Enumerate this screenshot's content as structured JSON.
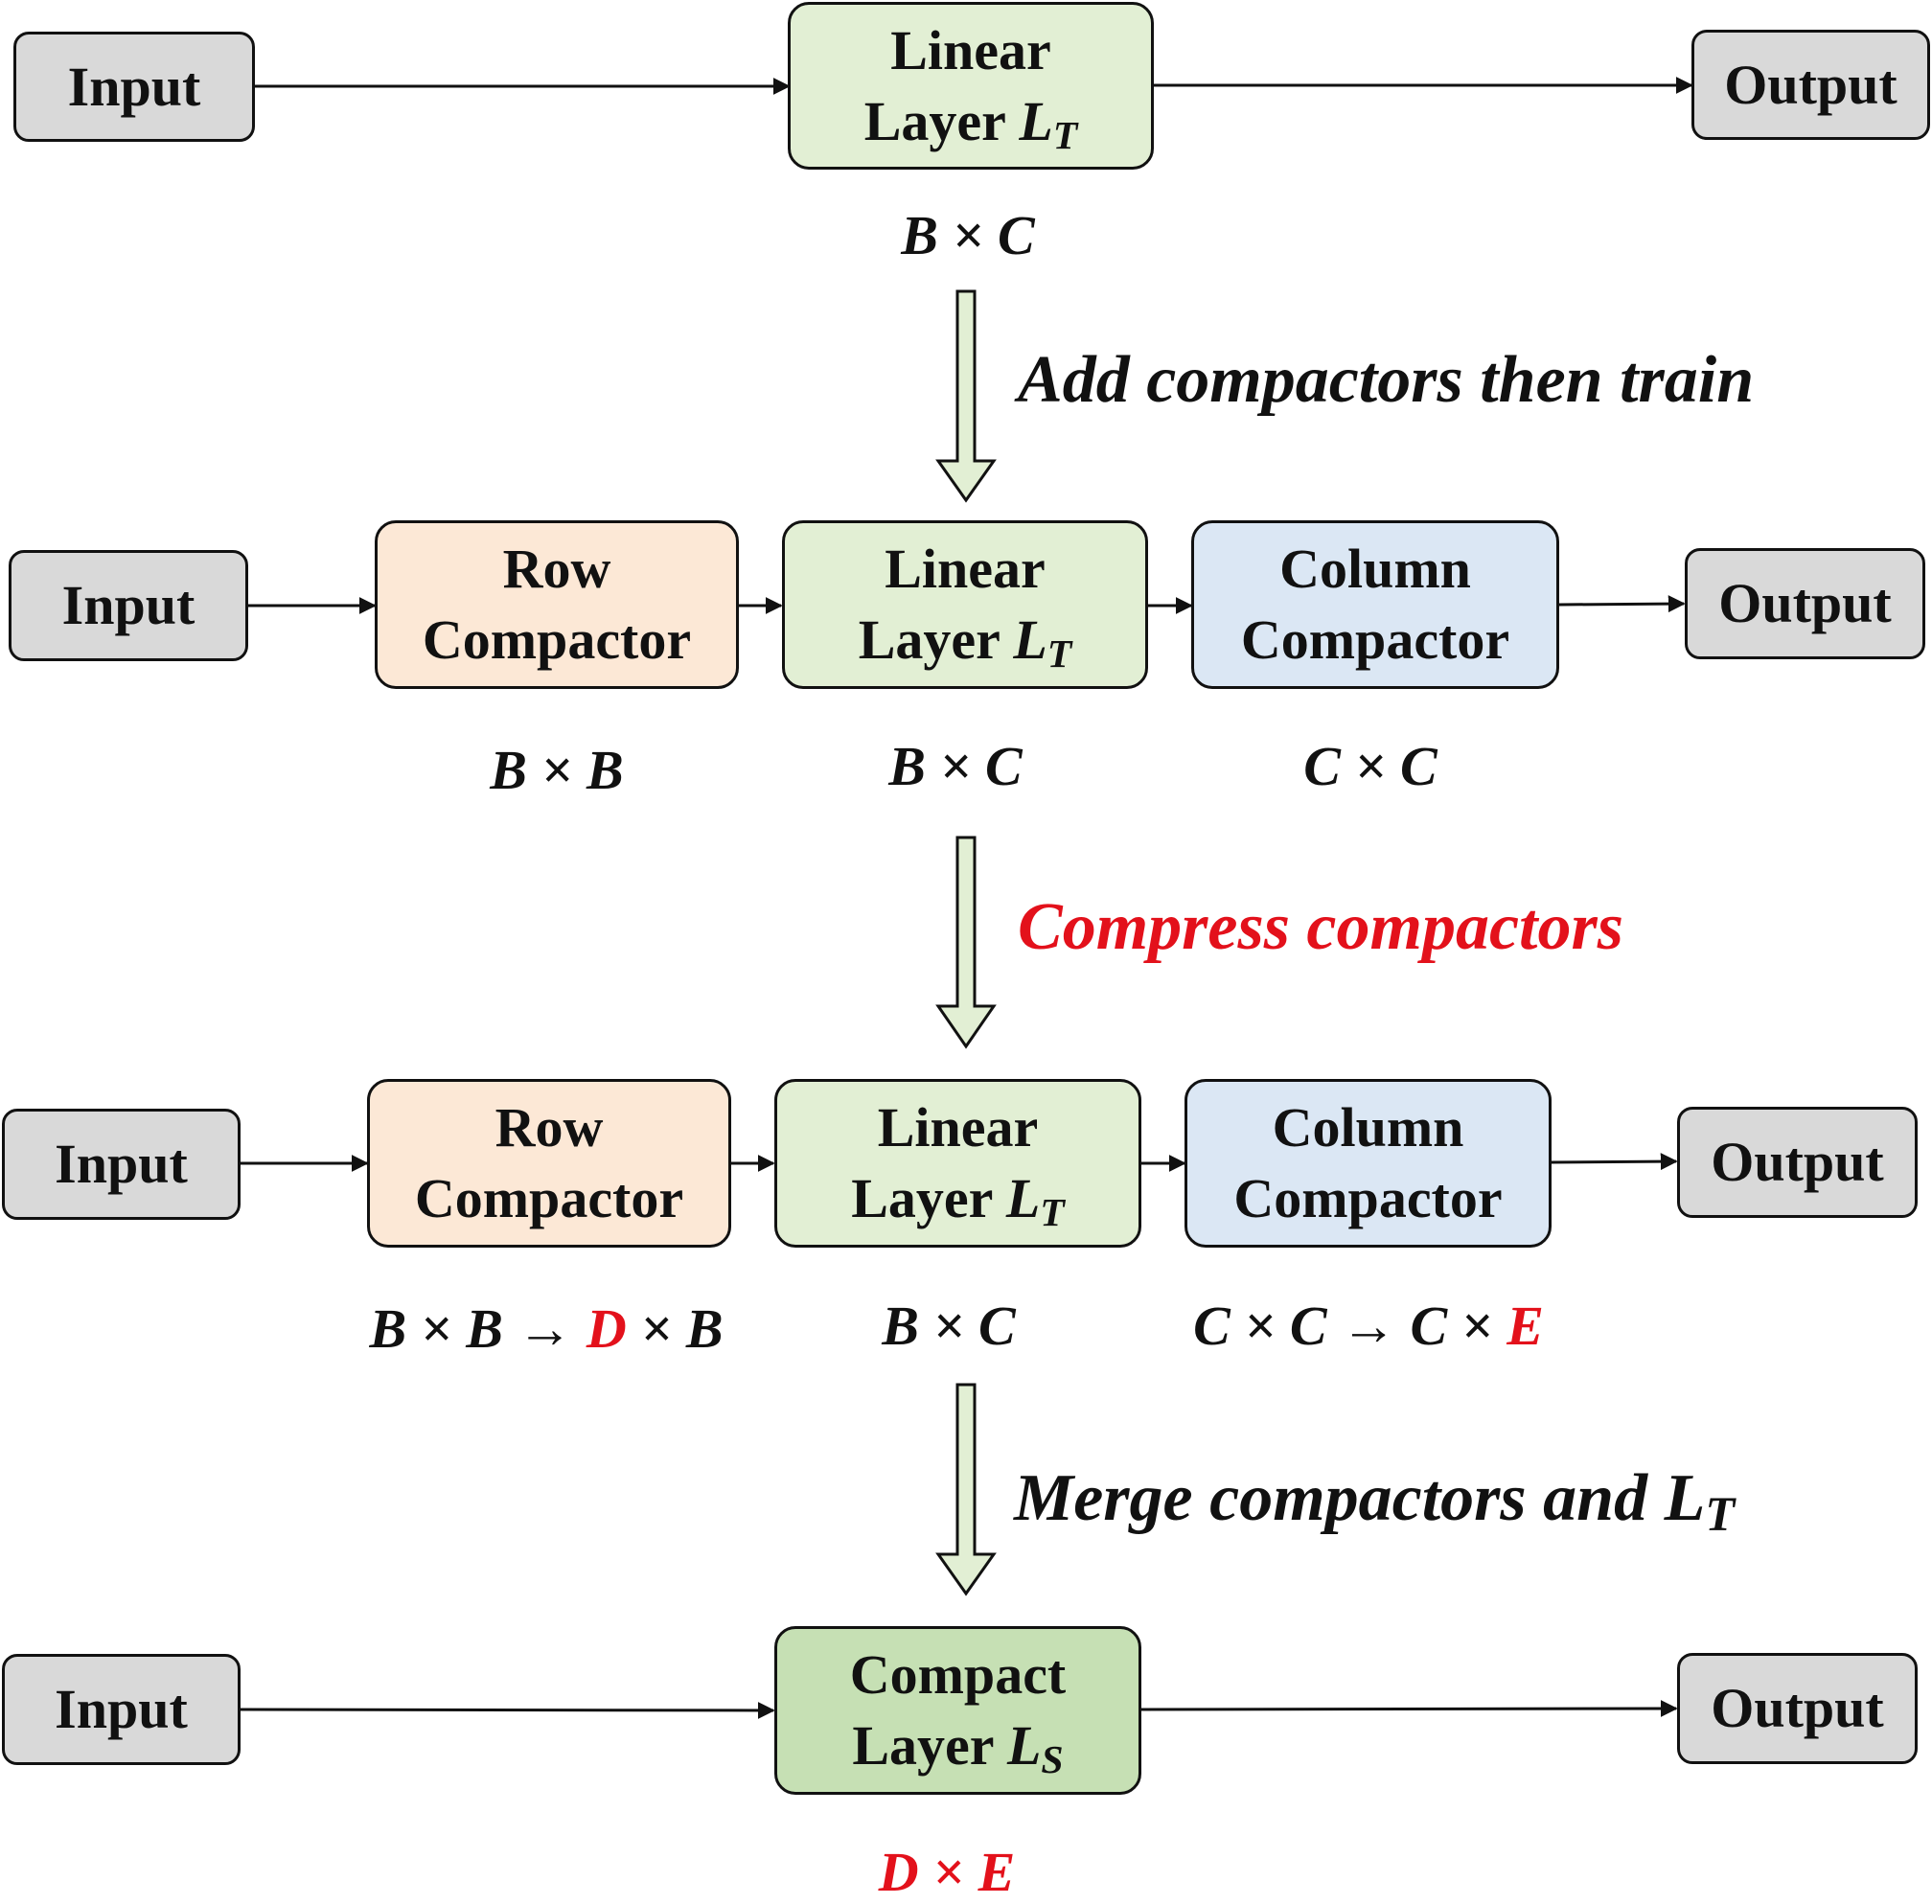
{
  "colors": {
    "io_fill": "#d9d9d9",
    "linear_fill": "#e2efd4",
    "row_fill": "#fce8d6",
    "column_fill": "#dbe7f4",
    "compact_fill": "#c6e0b4",
    "highlight": "#e3111b",
    "arrow_fill": "#e2efd4"
  },
  "labels": {
    "input": "Input",
    "output": "Output",
    "linear_line1": "Linear",
    "layer_word": "Layer",
    "lt_symbol": "L",
    "lt_subscript": "T",
    "row_line1": "Row",
    "compactor_word": "Compactor",
    "column_line1": "Column",
    "compact_line1": "Compact",
    "ls_symbol": "L",
    "ls_subscript": "S"
  },
  "dims": {
    "stage1_linear": "B × C",
    "stage2_row": "B × B",
    "stage2_linear": "B × C",
    "stage2_column": "C × C",
    "stage3_row_from": "B × B → ",
    "stage3_row_new_rows": "D",
    "stage3_row_rest": " × B",
    "stage3_linear": "B × C",
    "stage3_column_from": "C × C → C × ",
    "stage3_column_new_cols": "E",
    "stage4_compact": "D × E"
  },
  "steps": {
    "step1": "Add compactors then train",
    "step2": "Compress compactors",
    "step3_prefix": "Merge compactors and ",
    "step3_symbol": "L",
    "step3_subscript": "T"
  }
}
